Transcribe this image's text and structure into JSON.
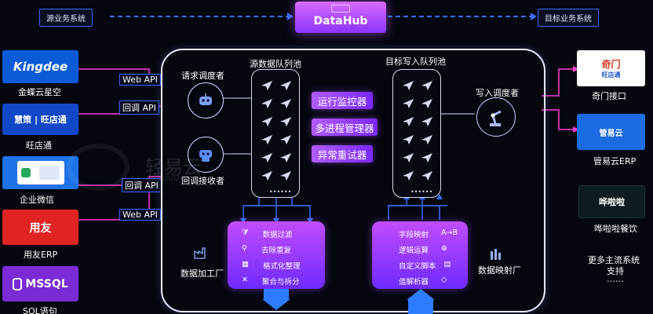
{
  "header": {
    "source_label": "源业务系统",
    "target_label": "目标业务系统",
    "hub_label": "DataHub"
  },
  "sources": [
    {
      "name": "金蝶云星空",
      "logo_text": "Kingdee",
      "api": "Web API"
    },
    {
      "name": "旺店通",
      "logo_text": "慧策 | 旺店通",
      "api": "回调 API"
    },
    {
      "name": "企业微信",
      "logo_text": "",
      "api": "回调 API"
    },
    {
      "name": "用友ERP",
      "logo_text": "用友",
      "api": "Web API"
    },
    {
      "name": "SQL语句",
      "logo_text": "MSSQL",
      "api": ""
    }
  ],
  "targets": [
    {
      "name": "奇门接口",
      "logo_text": "奇门",
      "logo_sub": "旺店通"
    },
    {
      "name": "管易云ERP",
      "logo_text": "管易云",
      "logo_sub": ""
    },
    {
      "name": "哗啦啦餐饮",
      "logo_text": "哗啦啦",
      "logo_sub": ""
    }
  ],
  "more_systems": {
    "line1": "更多主流系统",
    "line2": "支持",
    "line3": "……"
  },
  "center": {
    "request_scheduler": "请求调度者",
    "callback_receiver": "回调接收者",
    "source_queue": "源数据队列池",
    "target_queue": "目标写入队列池",
    "write_scheduler": "写入调度者",
    "buttons": [
      "运行监控器",
      "多进程管理器",
      "异常重试器"
    ],
    "processing_factory": "数据加工厂",
    "mapping_factory": "数据映射厂",
    "processing_items": [
      "数据过滤",
      "去除重复",
      "格式化整理",
      "聚合与拆分"
    ],
    "mapping_items": [
      "字段映射",
      "逻辑运算",
      "自定义脚本",
      "值解析器"
    ],
    "mapping_item_marks": [
      "A→B",
      "",
      "",
      ""
    ],
    "watermark": "轻易云",
    "watermark_sub": "QCLOUD"
  },
  "colors": {
    "accent_blue": "#3b6cff",
    "pink_line": "#ff3ad6",
    "purple": "#9a3dff"
  },
  "icons": [
    "robot-icon",
    "paper-plane-icon",
    "robot-arm-icon",
    "factory-icon",
    "arrow-up-icon",
    "arrow-down-icon"
  ]
}
